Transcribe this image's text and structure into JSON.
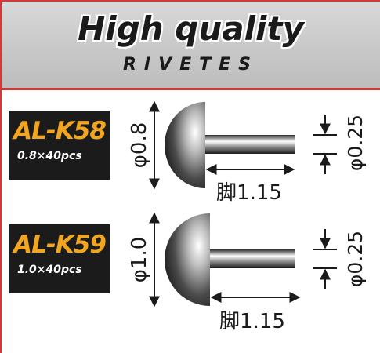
{
  "header": {
    "title": "High quality",
    "subtitle": "RIVETES"
  },
  "products": [
    {
      "code": "AL-K58",
      "quantity": "0.8×40pcs",
      "head_diameter": "φ0.8",
      "shaft_diameter": "φ0.25",
      "leg_length": "脚1.15"
    },
    {
      "code": "AL-K59",
      "quantity": "1.0×40pcs",
      "head_diameter": "φ1.0",
      "shaft_diameter": "φ0.25",
      "leg_length": "脚1.15"
    }
  ],
  "colors": {
    "accent": "#d23a3a",
    "label_bg": "#1b1b1b",
    "code_text": "#f2a51f"
  }
}
